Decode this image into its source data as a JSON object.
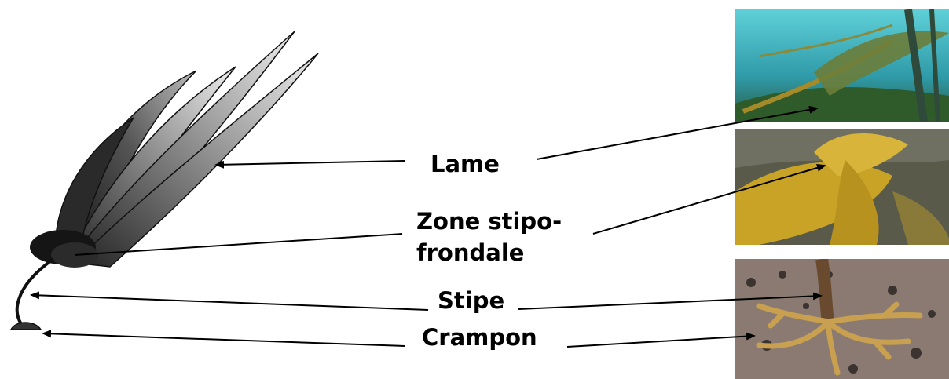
{
  "labels": {
    "lame": "Lame",
    "zone_line1": "Zone stipo-",
    "zone_line2": "frondale",
    "stipe": "Stipe",
    "crampon": "Crampon"
  },
  "colors": {
    "arrow": "#000000",
    "seaweed_dark": "#1a1a1a",
    "water_teal": "#3aa6b0",
    "kelp_yellow": "#c9a326",
    "holdfast_brown": "#8a6a3a"
  },
  "icons": {
    "drawing": "kelp-sketch",
    "photo_top": "underwater-kelp-photo",
    "photo_middle": "kelp-frond-base-photo",
    "photo_bottom": "kelp-holdfast-photo"
  }
}
